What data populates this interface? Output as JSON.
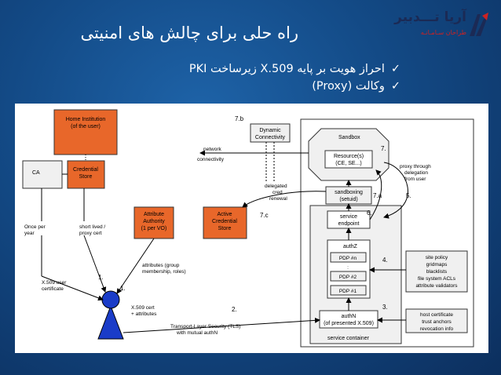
{
  "slide": {
    "title": "راه حلی برای چالش های امنیتی",
    "bullets": [
      "احراز هویت بر پایه X.509 زیرساخت PKI",
      "وکالت (Proxy)"
    ]
  },
  "logo": {
    "name": "آریا تـــدبیر",
    "subtitle": "طراحان سـامـانـه",
    "icon": "aria-tadbir-logo-icon"
  },
  "diagram": {
    "nodes": {
      "home_institution": [
        "Home Institution",
        "(of the user)"
      ],
      "ca": "CA",
      "credential_store": [
        "Credential",
        "Store"
      ],
      "attribute_authority": [
        "Attribute",
        "Authority",
        "(1 per VO)"
      ],
      "active_credential_store": [
        "Active",
        "Credential",
        "Store"
      ],
      "dynamic_connectivity": [
        "Dynamic",
        "Connectivity"
      ],
      "sandbox": "Sandbox",
      "resources": [
        "Resource(s)",
        "(CE, SE...)"
      ],
      "sandboxing": [
        "sandboxing",
        "(setuid)"
      ],
      "service_endpoint": [
        "service",
        "endpoint"
      ],
      "authz": "authZ",
      "pdps": [
        "PDP #n",
        ":",
        "PDP #2",
        "PDP #1"
      ],
      "authn": [
        "authN",
        "(of presented X.509)"
      ],
      "service_container": "service container",
      "policy_box": [
        "site policy",
        "gridmaps",
        "blacklists",
        "file system ACLs",
        "attribute validators"
      ],
      "cert_box": [
        "host certificate",
        "trust anchors",
        "revocation info"
      ]
    },
    "labels": {
      "once_per_year": [
        "Once per",
        "year"
      ],
      "short_lived": [
        "short lived /",
        "proxy cert"
      ],
      "x509_user_cert": [
        "X.509 user",
        "certificate"
      ],
      "attributes": [
        "attributes (group",
        "membership, roles)"
      ],
      "x509_cert_attrs": [
        "X.509 cert",
        "+ attributes"
      ],
      "tls": [
        "Transport-Layer Security (TLS)",
        "with mutual authN"
      ],
      "network_connectivity": [
        "network",
        "connectivity"
      ],
      "delegated_cred": [
        "delegated",
        "cred",
        "renewal"
      ],
      "proxy_through": [
        "proxy through",
        "delegation",
        "from user"
      ]
    },
    "steps": {
      "s1": "1.",
      "s1b": "1.",
      "s2": "2.",
      "s3": "3.",
      "s4": "4.",
      "s5": "5.",
      "s6": "6.",
      "s7": "7.",
      "s7a": "7.a",
      "s7b": "7.b",
      "s7c": "7.c"
    },
    "colors": {
      "orange": "#e8672a",
      "box_fill": "#f0f0f0",
      "user_blue": "#1a3cc8",
      "line": "#000000"
    }
  }
}
